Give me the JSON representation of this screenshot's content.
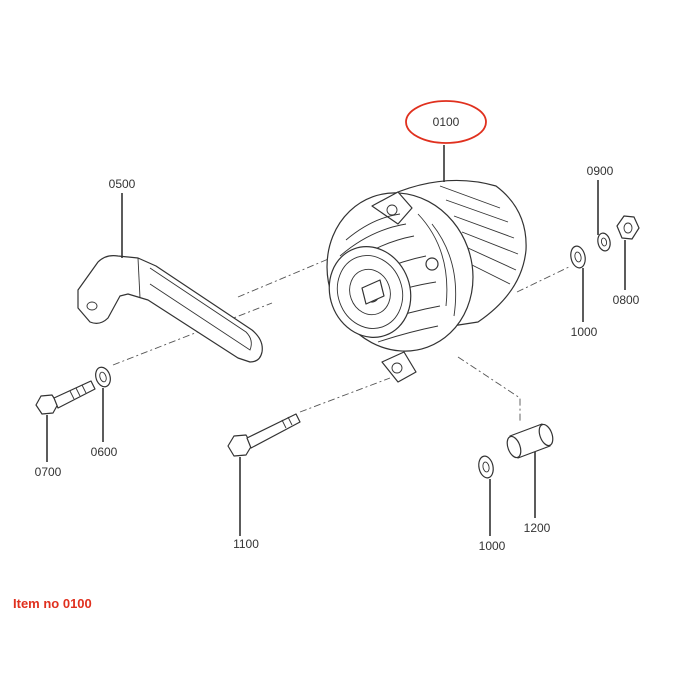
{
  "callouts": {
    "0100": "0100",
    "0500": "0500",
    "0900": "0900",
    "0800": "0800",
    "1000_top": "1000",
    "0700": "0700",
    "0600": "0600",
    "1100": "1100",
    "1000_bottom": "1000",
    "1200": "1200"
  },
  "highlight": {
    "item": "0100",
    "color": "#e0301e"
  },
  "caption": {
    "text": "Item no 0100"
  }
}
